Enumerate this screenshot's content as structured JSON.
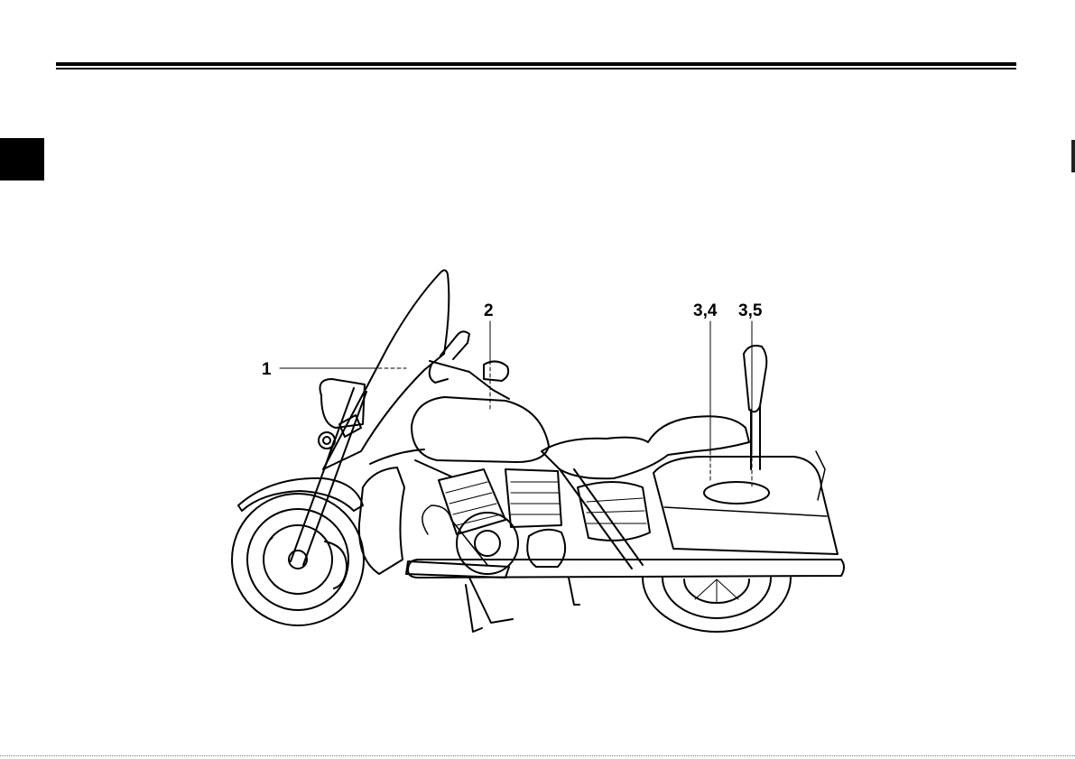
{
  "callouts": {
    "c1": "1",
    "c2": "2",
    "c34": "3,4",
    "c35": "3,5"
  },
  "icons": {
    "illustration": "motorcycle-side-view-line-drawing"
  }
}
